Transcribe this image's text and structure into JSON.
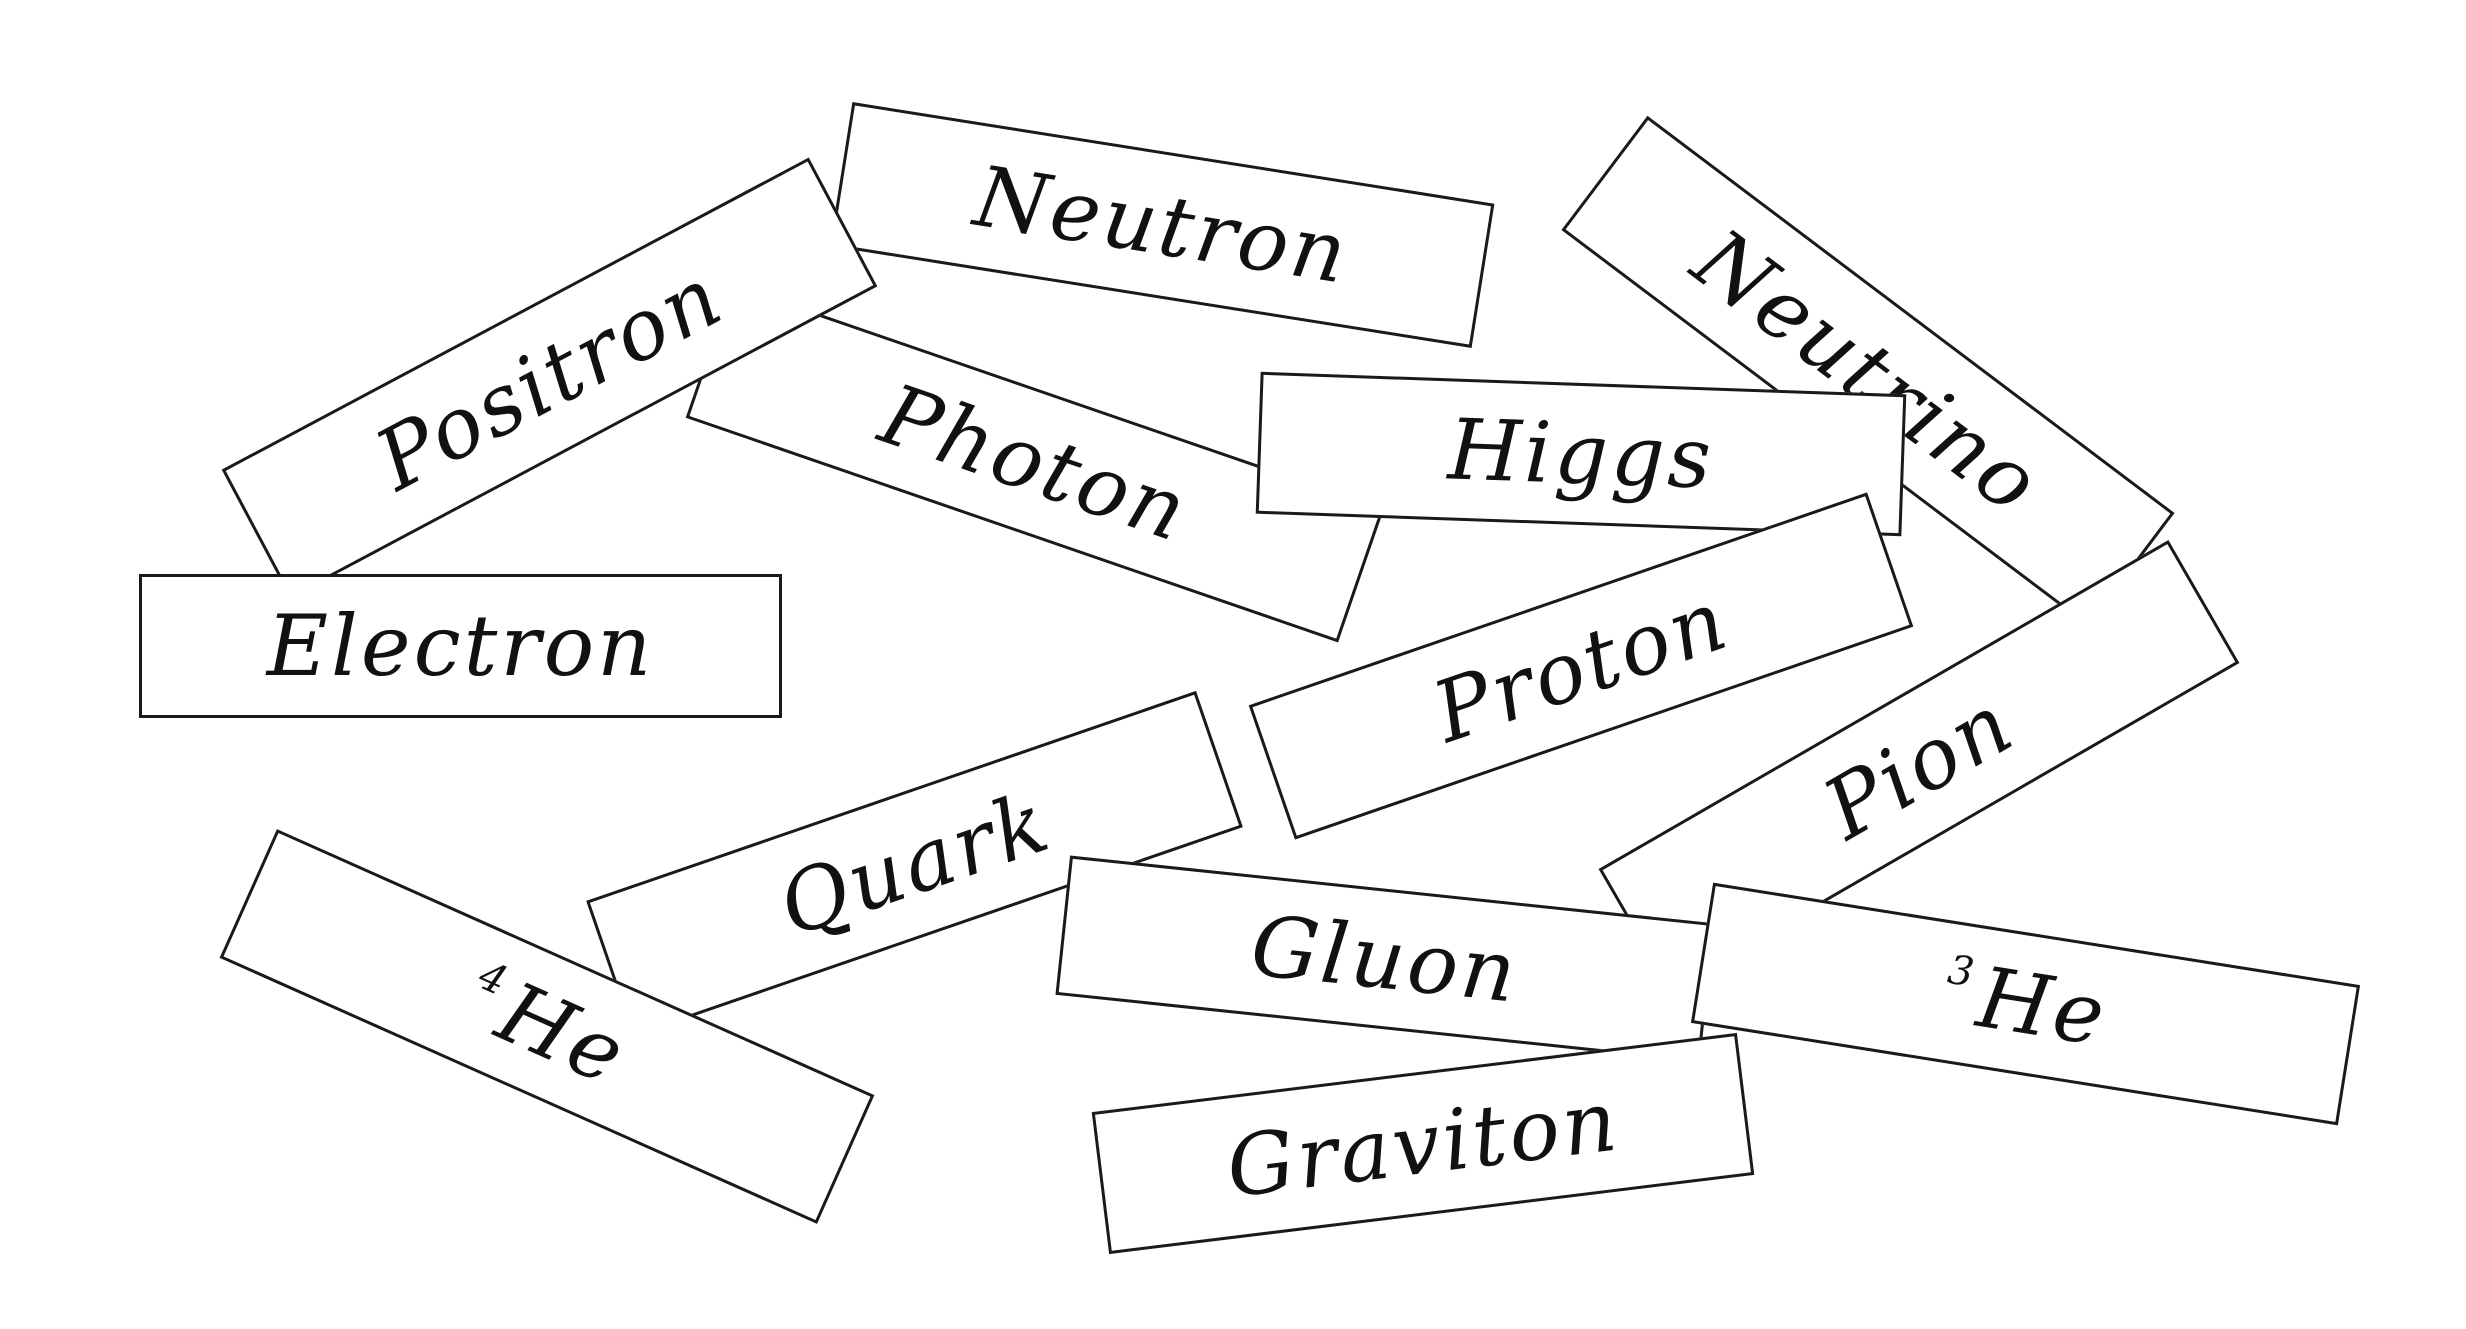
{
  "cards": [
    {
      "id": "neutron",
      "label": "Neutron"
    },
    {
      "id": "positron",
      "label": "Positron"
    },
    {
      "id": "photon",
      "label": "Photon"
    },
    {
      "id": "higgs",
      "label": "Higgs"
    },
    {
      "id": "neutrino",
      "label": "Neutrino"
    },
    {
      "id": "electron",
      "label": "Electron"
    },
    {
      "id": "proton",
      "label": "Proton"
    },
    {
      "id": "pion",
      "label": "Pion"
    },
    {
      "id": "quark",
      "label": "Quark"
    },
    {
      "id": "gluon",
      "label": "Gluon"
    },
    {
      "id": "he3",
      "label": "He",
      "superscript": "3"
    },
    {
      "id": "he4",
      "label": "He",
      "superscript": "4"
    },
    {
      "id": "graviton",
      "label": "Graviton"
    }
  ]
}
